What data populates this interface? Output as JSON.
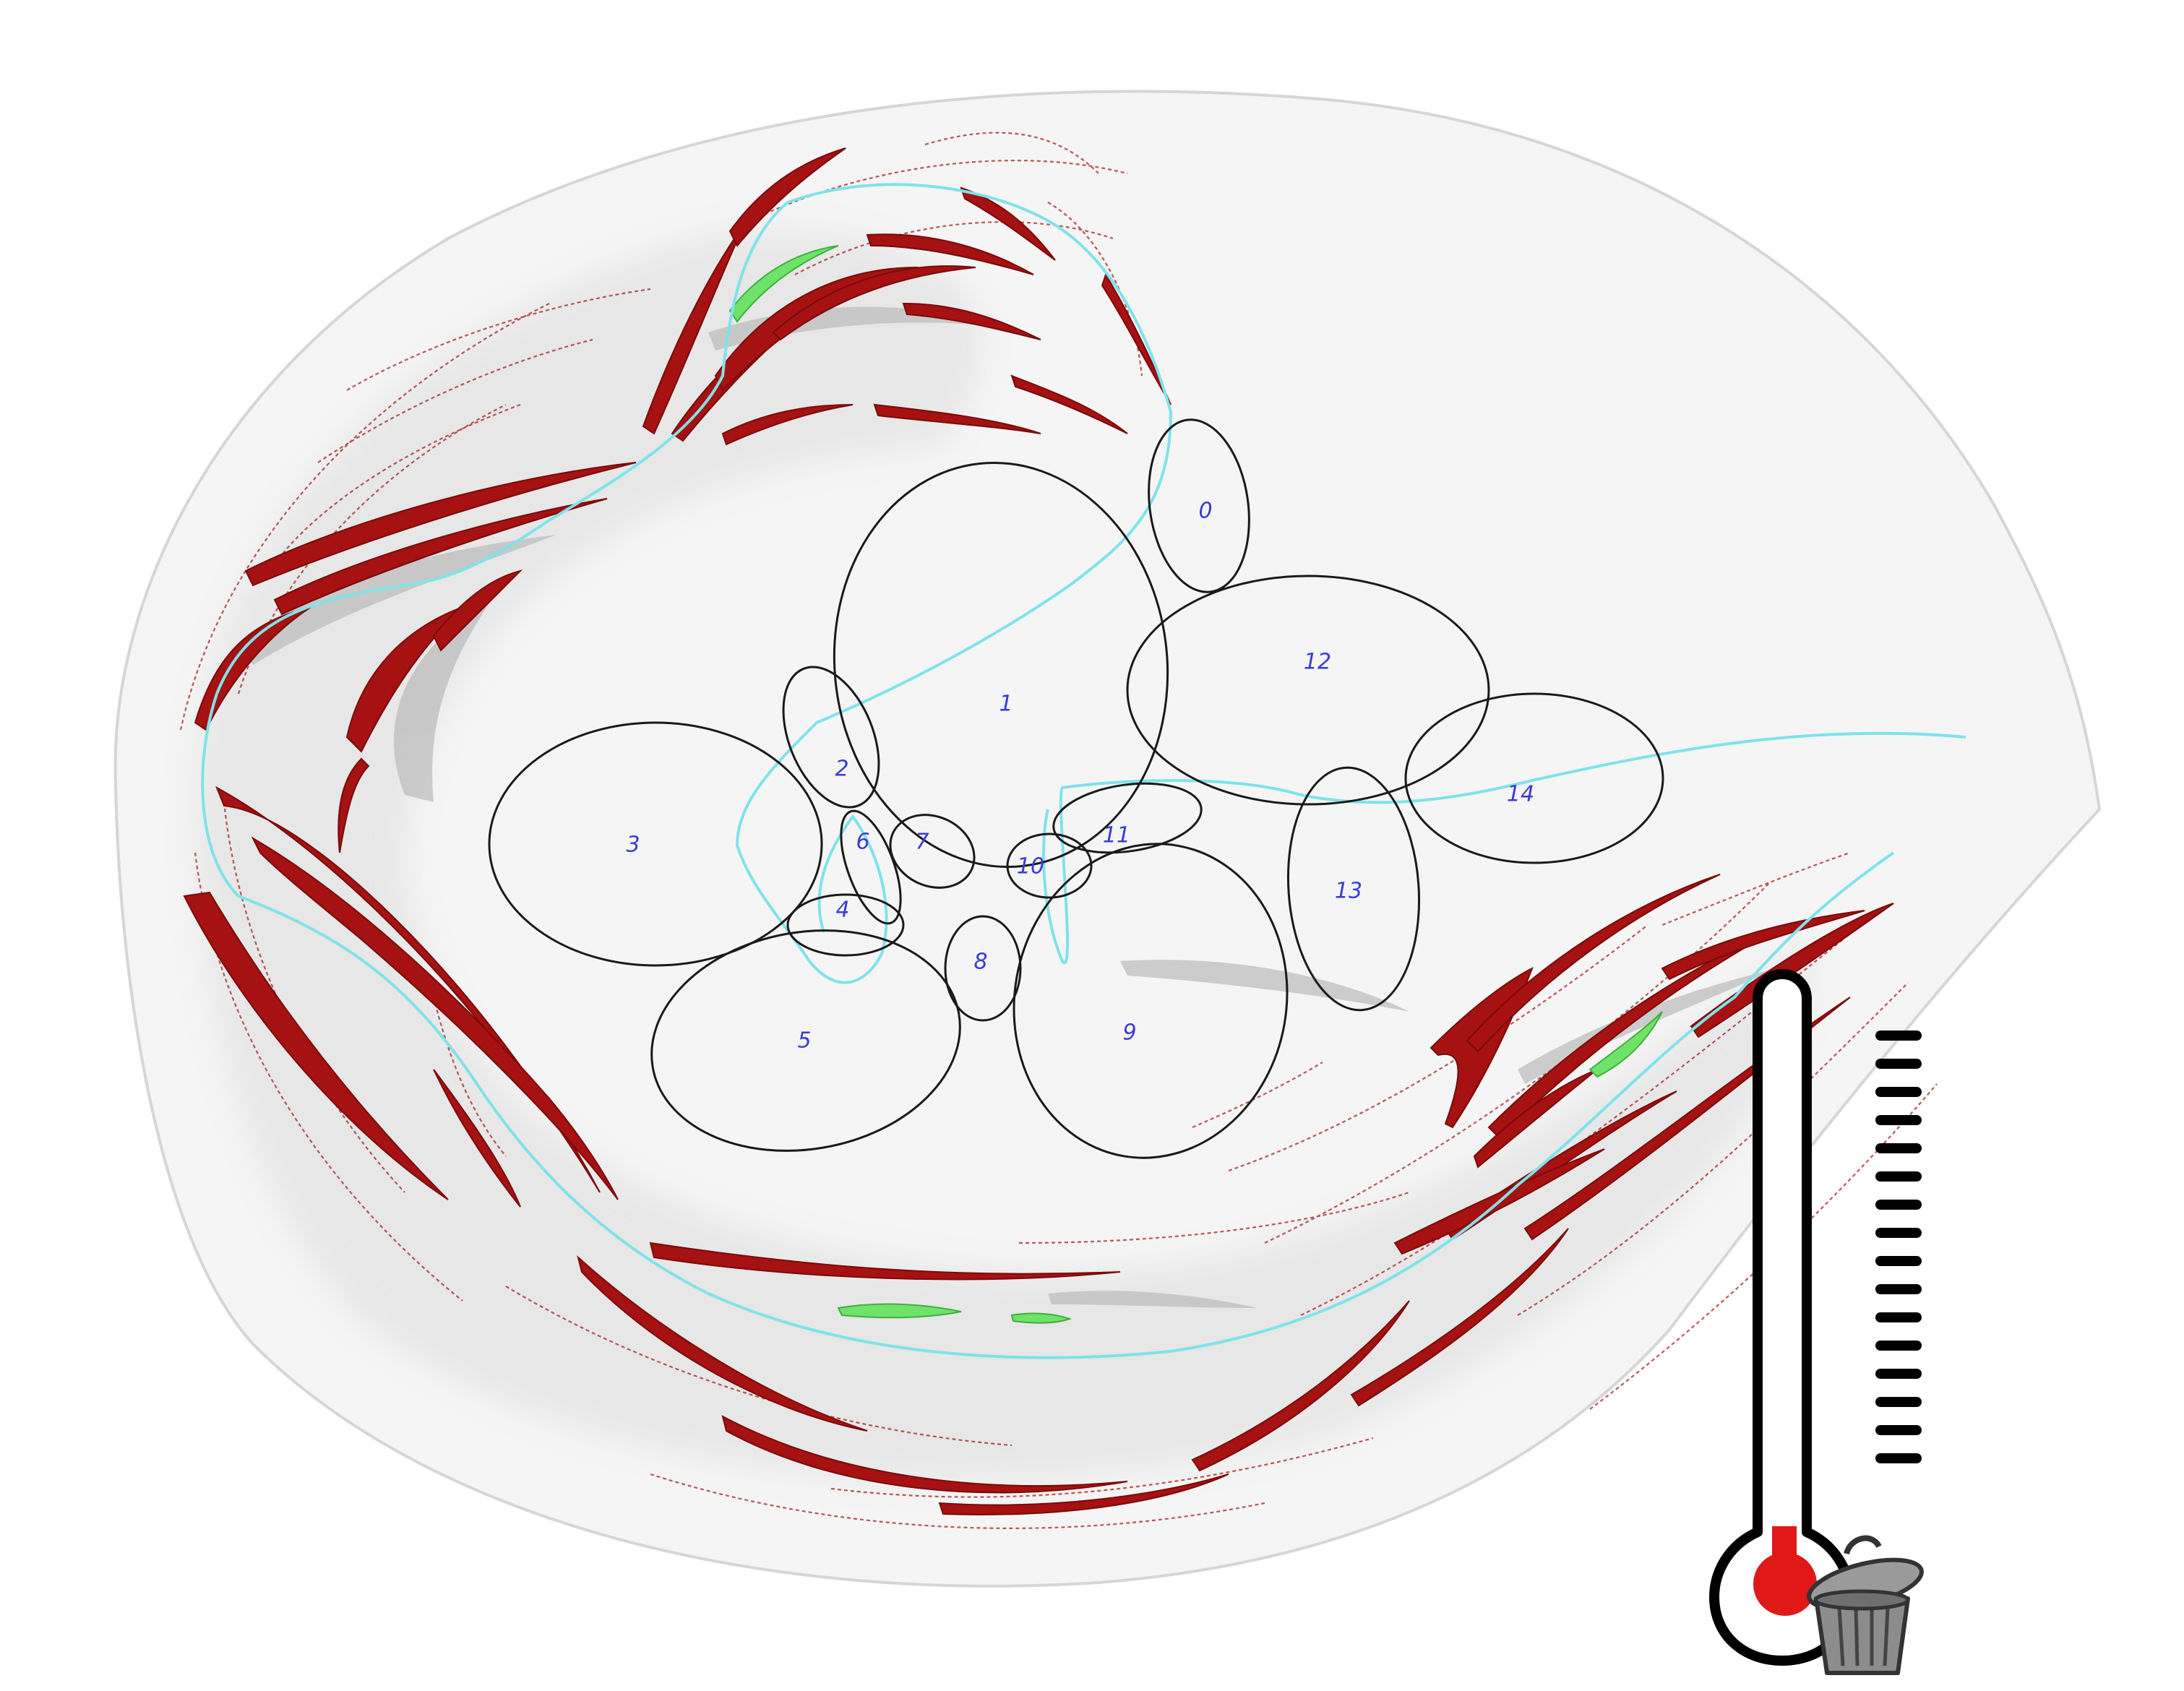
{
  "cells": [
    {
      "id": "0",
      "label": "0"
    },
    {
      "id": "1",
      "label": "1"
    },
    {
      "id": "2",
      "label": "2"
    },
    {
      "id": "3",
      "label": "3"
    },
    {
      "id": "4",
      "label": "4"
    },
    {
      "id": "5",
      "label": "5"
    },
    {
      "id": "6",
      "label": "6"
    },
    {
      "id": "7",
      "label": "7"
    },
    {
      "id": "8",
      "label": "8"
    },
    {
      "id": "9",
      "label": "9"
    },
    {
      "id": "10",
      "label": "10"
    },
    {
      "id": "11",
      "label": "11"
    },
    {
      "id": "12",
      "label": "12"
    },
    {
      "id": "13",
      "label": "13"
    },
    {
      "id": "14",
      "label": "14"
    }
  ],
  "colors": {
    "background": "#ffffff",
    "site_fill": "#f4f4f4",
    "cell_outline": "#1a1a1a",
    "cell_label": "#3a3ad8",
    "ribbon_red": "#a01010",
    "ribbon_green": "#66e060",
    "path_cyan": "#7fe3ea",
    "thermometer_bulb": "#e01818",
    "trash_can": "#8c8c8c"
  },
  "icons": {
    "thermometer": "thermometer-icon",
    "trash": "trash-can-icon"
  }
}
